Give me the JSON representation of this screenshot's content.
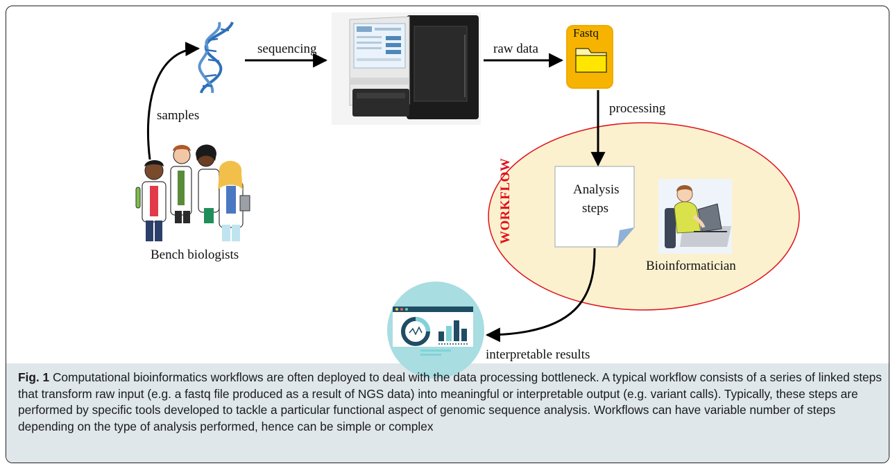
{
  "labels": {
    "sequencing": "sequencing",
    "raw_data": "raw data",
    "fastq": "Fastq",
    "samples": "samples",
    "processing": "processing",
    "workflow": "WORKFLOW",
    "analysis_steps_line1": "Analysis",
    "analysis_steps_line2": "steps",
    "bioinformatician": "Bioinformatician",
    "bench_biologists": "Bench biologists",
    "interpretable_results": "interpretable results"
  },
  "caption": {
    "figure_label": "Fig. 1",
    "text": "Computational bioinformatics workflows are often deployed to deal with the data processing bottleneck. A typical workflow consists of a series of linked steps that transform raw input (e.g. a fastq file produced as a result of NGS data) into meaningful or interpretable output (e.g. variant calls). Typically, these steps are performed by specific tools developed to tackle a particular functional aspect of genomic sequence analysis. Workflows can have variable number of steps depending on the type of analysis performed, hence can be simple or complex"
  },
  "colors": {
    "workflow_ellipse_fill": "#fbf1cf",
    "workflow_ellipse_stroke": "#e0101a",
    "workflow_text": "#e0101a",
    "caption_background": "#dfe7eb",
    "dna": "#2f6fb8",
    "folder": "#f5b800",
    "results_circle": "#a8dde2"
  },
  "icons": {
    "dna": "dna-helix-icon",
    "sequencer": "sequencer-machine-icon",
    "folder": "fastq-folder-icon",
    "document": "analysis-document-icon",
    "person": "bioinformatician-icon",
    "scientists": "bench-biologists-icon",
    "results": "results-dashboard-icon"
  }
}
